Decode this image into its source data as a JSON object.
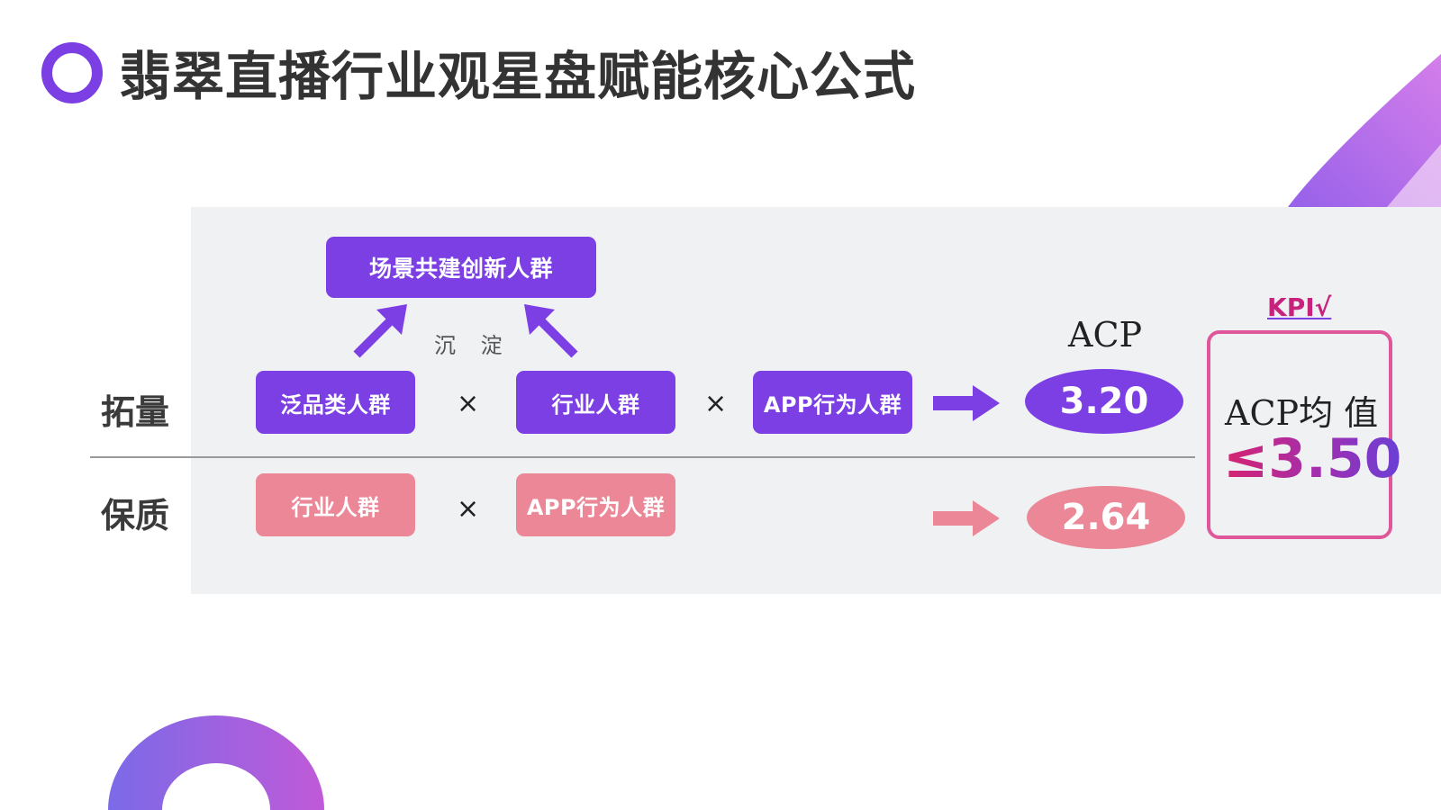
{
  "title": "翡翠直播行业观星盘赋能核心公式",
  "colors": {
    "accent_purple": "#7b3fe4",
    "accent_pink": "#eb8796",
    "kpi_border": "#e0569a",
    "panel_bg": "#f0f1f3"
  },
  "top_box": "场景共建创新人群",
  "deposit_label": "沉 淀",
  "rows": {
    "expand": {
      "label": "拓量",
      "boxes": [
        "泛品类人群",
        "行业人群",
        "APP行为人群"
      ],
      "operators": [
        "×",
        "×"
      ],
      "result": "3.20"
    },
    "quality": {
      "label": "保质",
      "boxes": [
        "行业人群",
        "APP行为人群"
      ],
      "operators": [
        "×"
      ],
      "result": "2.64"
    }
  },
  "acp_header": "ACP",
  "kpi": {
    "label": "KPI√",
    "text": "ACP均 值",
    "value": "≤3.50"
  }
}
